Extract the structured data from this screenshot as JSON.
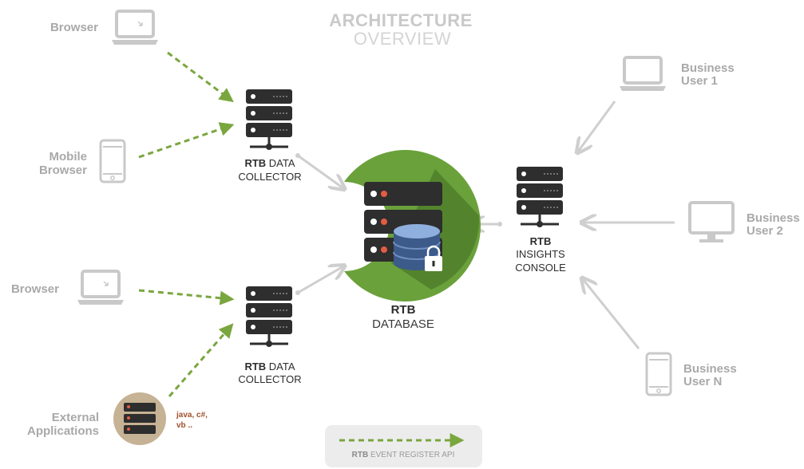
{
  "header": {
    "title": "ARCHITECTURE",
    "subtitle": "OVERVIEW"
  },
  "clients": {
    "browser_1": "Browser",
    "mobile_browser": [
      "Mobile",
      "Browser"
    ],
    "browser_2": "Browser",
    "external_apps": [
      "External",
      "Applications"
    ],
    "external_langs": [
      "java, c#,",
      "vb .."
    ]
  },
  "collectors": {
    "top": {
      "brand": "RTB",
      "line1_rest": "DATA",
      "line2": "COLLECTOR"
    },
    "bottom": {
      "brand": "RTB",
      "line1_rest": "DATA",
      "line2": "COLLECTOR"
    }
  },
  "database": {
    "brand": "RTB",
    "label": "DATABASE"
  },
  "console": {
    "brand": "RTB",
    "line2": "INSIGHTS",
    "line3": "CONSOLE"
  },
  "business_users": {
    "user_1": [
      "Business",
      "User 1"
    ],
    "user_2": [
      "Business",
      "User 2"
    ],
    "user_n": [
      "Business",
      "User N"
    ]
  },
  "legend": {
    "brand": "RTB",
    "label": "EVENT REGISTER API"
  },
  "colors": {
    "accent_green": "#6aa13b",
    "dashed_arrow": "#7aa63f",
    "server_dark": "#2e2e2e",
    "device_gray": "#c9c9c9",
    "connector_gray": "#cfcfcf"
  }
}
